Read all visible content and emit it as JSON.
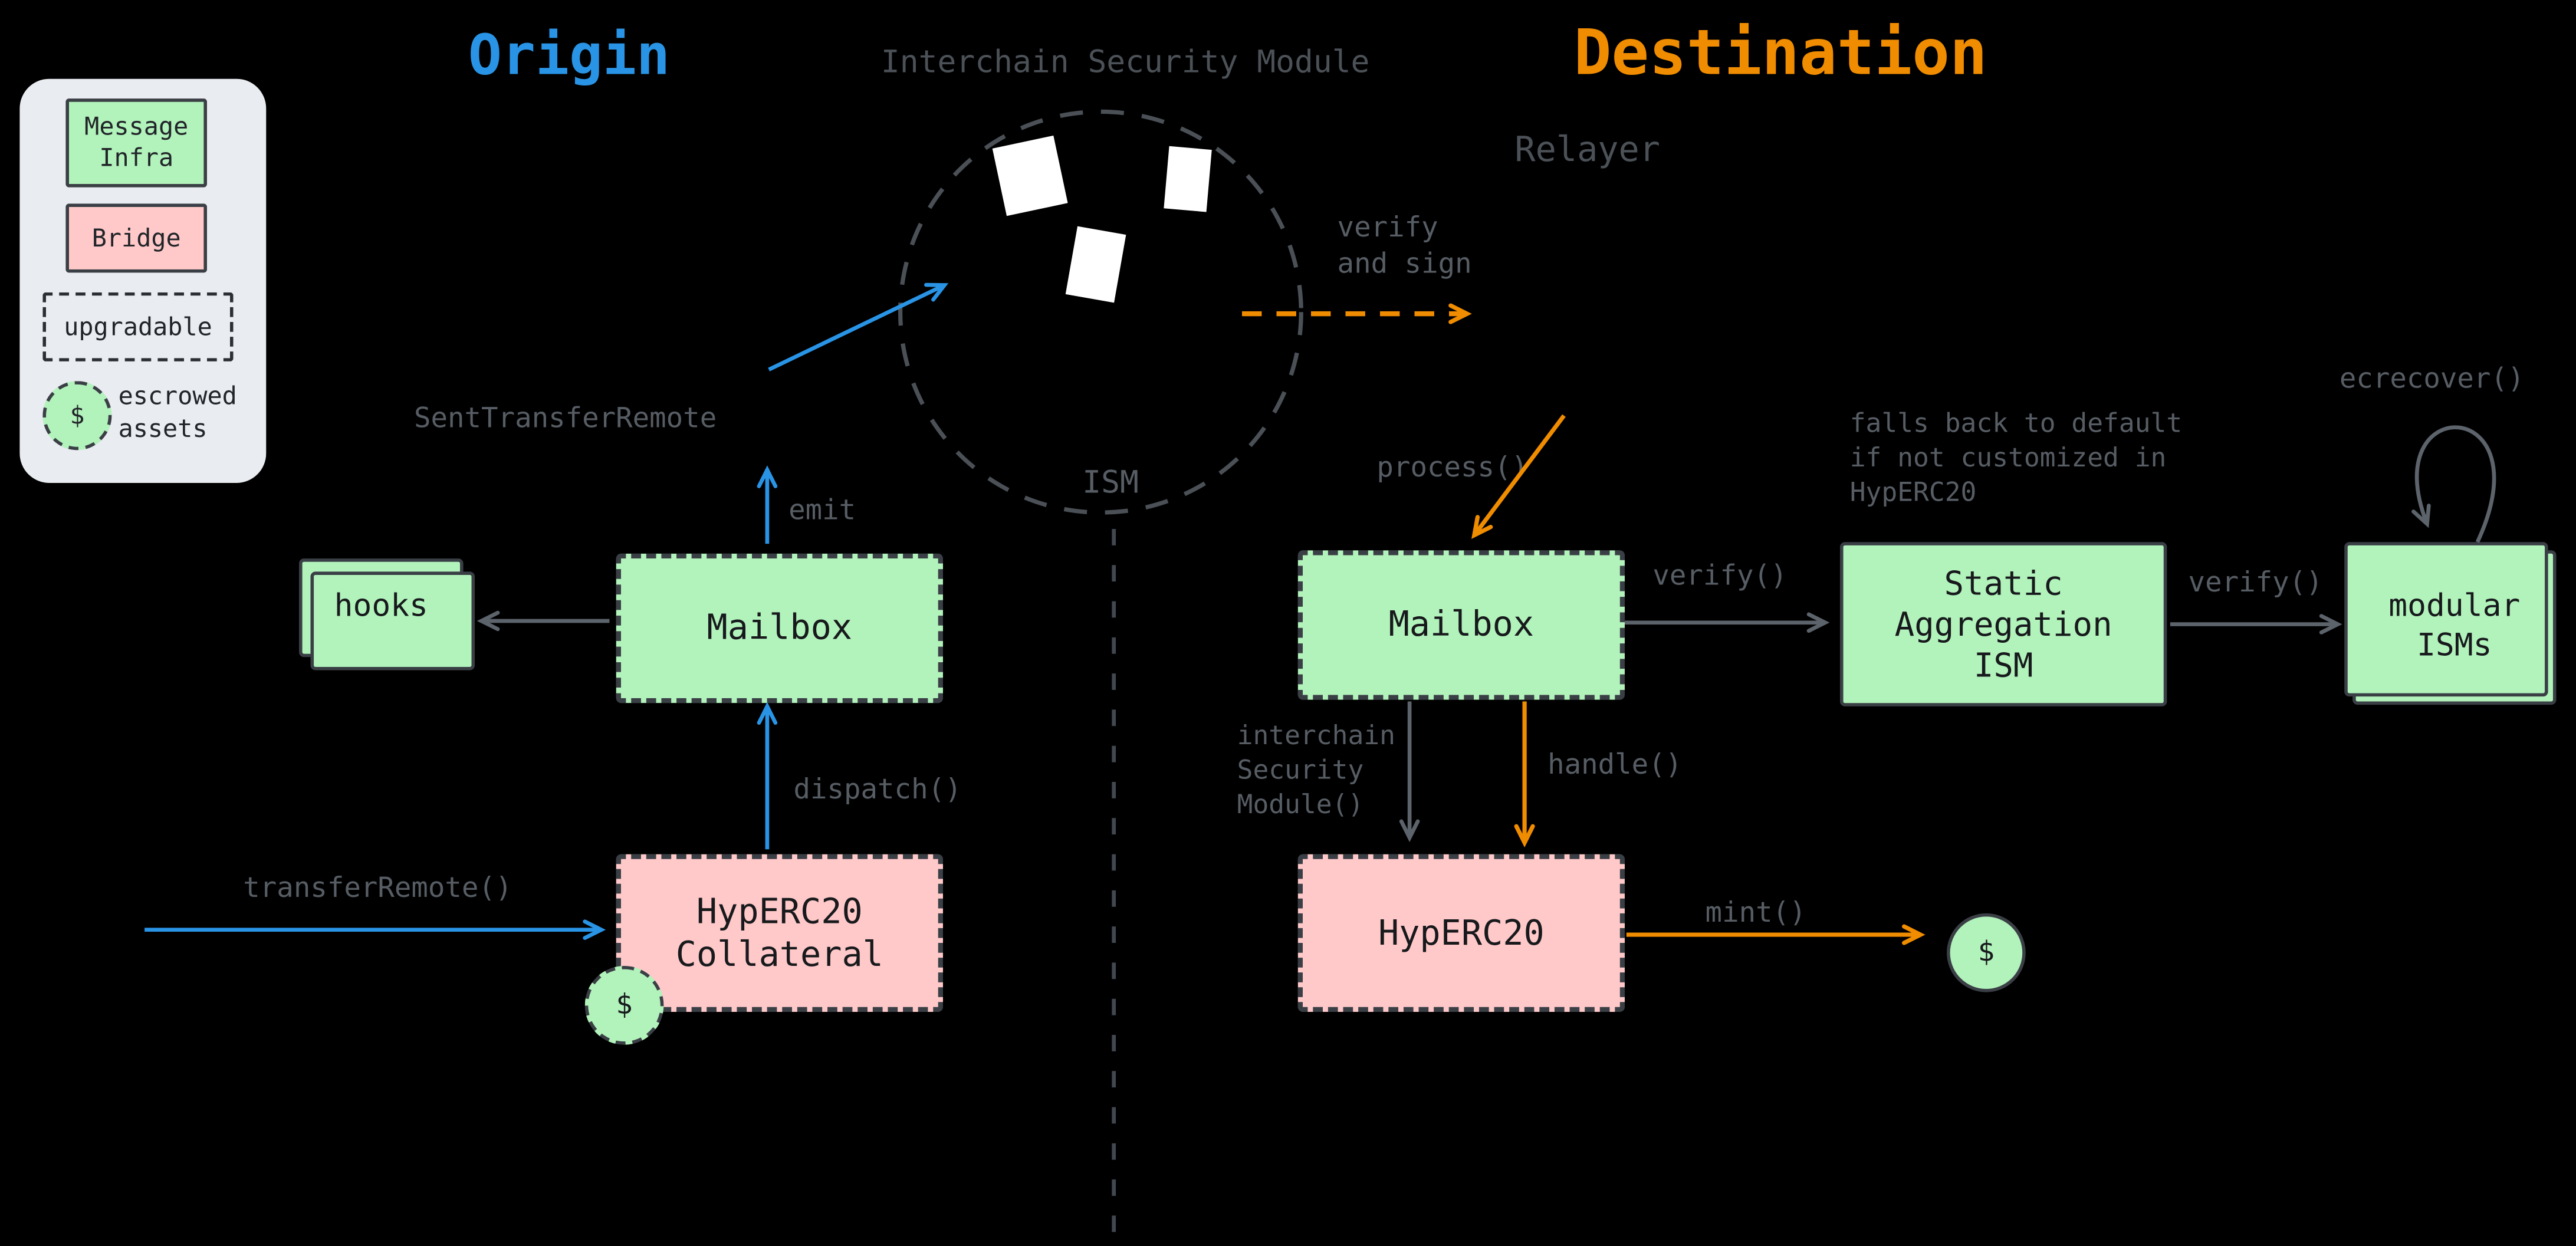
{
  "colors": {
    "blue": "#2994e6",
    "orange": "#f08c00",
    "green": "#b2f2bb",
    "pink": "#ffc9c9",
    "gray_label": "#575d64"
  },
  "headers": {
    "origin": "Origin",
    "interchain_security_module": "Interchain Security Module",
    "destination": "Destination",
    "relayer": "Relayer",
    "ism": "ISM"
  },
  "legend": {
    "message_infra_label": "Message Infra",
    "bridge_label": "Bridge",
    "upgradable_label": "upgradable",
    "escrowed_label": "escrowed assets",
    "dollar": "$"
  },
  "ism_area": {
    "verify_and_sign": "verify and sign"
  },
  "origin_side": {
    "hooks_box": "hooks",
    "mailbox_box": "Mailbox",
    "collateral_box": "HypERC20 Collateral",
    "escrow_dollar": "$",
    "sent_transfer_remote": "SentTransferRemote",
    "emit": "emit",
    "dispatch": "dispatch()",
    "transfer_remote": "transferRemote()"
  },
  "destination_side": {
    "mailbox_box": "Mailbox",
    "static_ism_box": "Static Aggregation ISM",
    "modular_isms_box": "modular ISMs",
    "hyperc20_box": "HypERC20",
    "mint_dollar": "$",
    "process": "process()",
    "verify_mailbox": "verify()",
    "verify_static": "verify()",
    "ecrecover": "ecrecover()",
    "falls_back_note": "falls back to default if not customized in HypERC20",
    "interchain_security_module_fn": "interchain Security Module()",
    "handle": "handle()",
    "mint": "mint()"
  }
}
